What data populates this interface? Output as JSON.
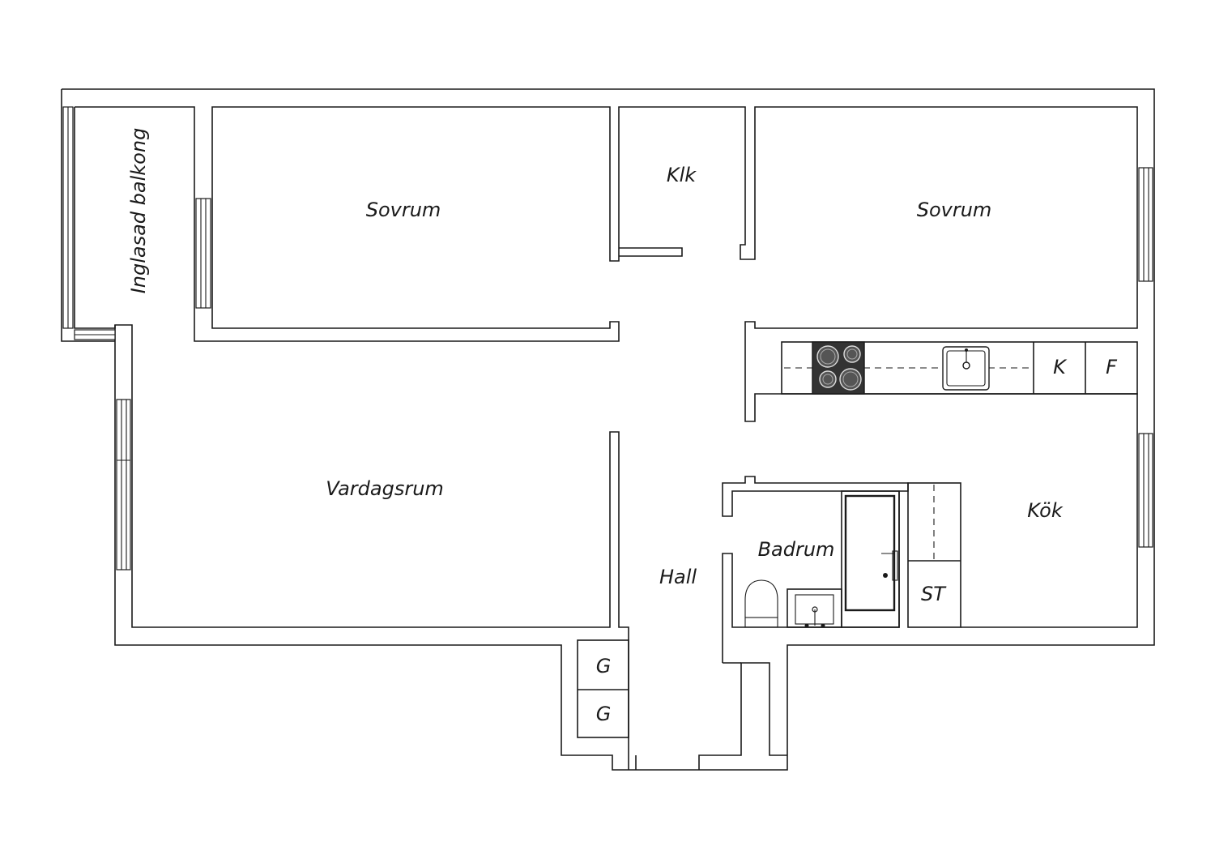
{
  "rooms": {
    "balcony": "Inglasad balkong",
    "bedroom_left": "Sovrum",
    "closet": "Klk",
    "bedroom_right": "Sovrum",
    "living_room": "Vardagsrum",
    "hall": "Hall",
    "bathroom": "Badrum",
    "kitchen": "Kök"
  },
  "fixtures": {
    "fridge": "K",
    "freezer": "F",
    "storage": "ST",
    "wardrobe_1": "G",
    "wardrobe_2": "G"
  },
  "colors": {
    "stroke": "#1a1a1a",
    "stove": "#333333",
    "background": "#ffffff"
  }
}
